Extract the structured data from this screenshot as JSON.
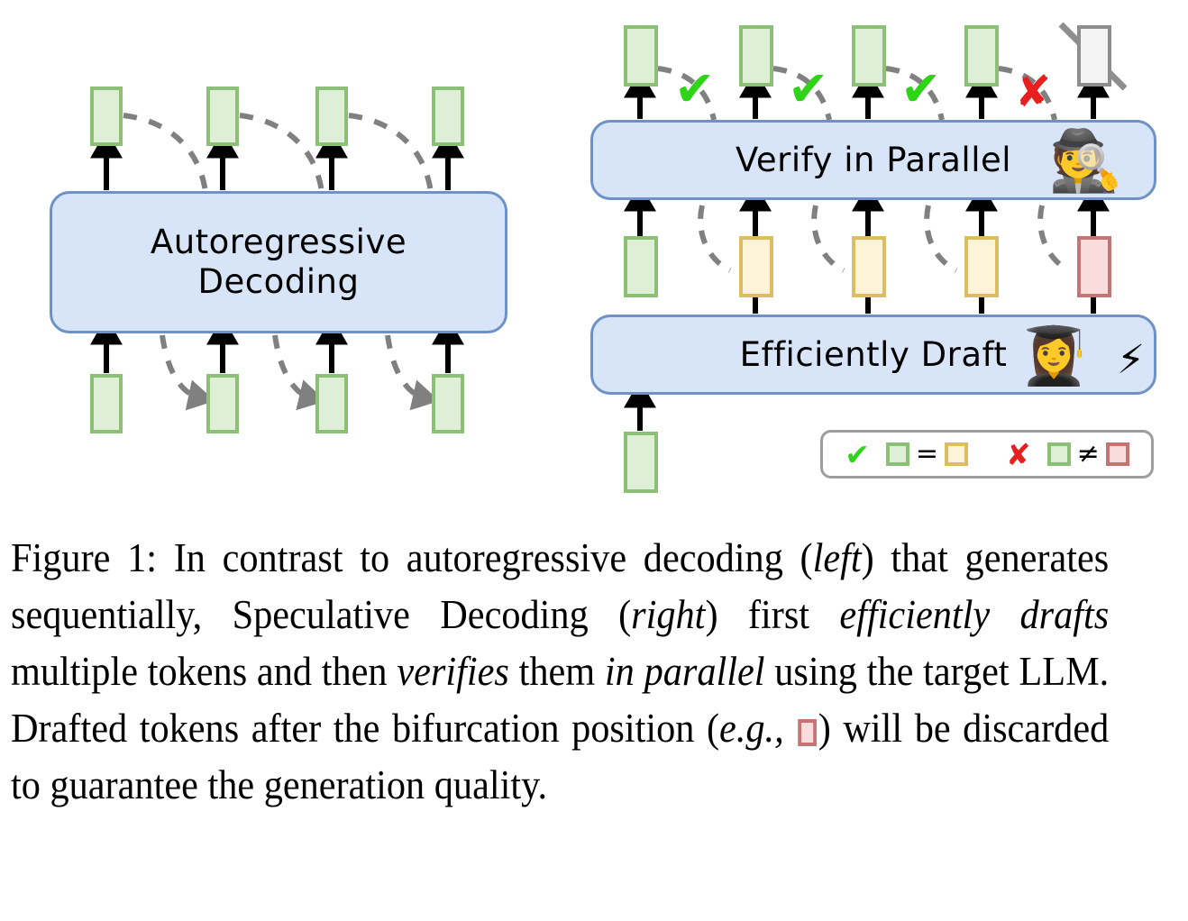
{
  "figure": {
    "left_panel": {
      "module_label": "Autoregressive\nDecoding",
      "output_tokens": [
        {
          "name": "out-token-1",
          "color": "green"
        },
        {
          "name": "out-token-2",
          "color": "green"
        },
        {
          "name": "out-token-3",
          "color": "green"
        },
        {
          "name": "out-token-4",
          "color": "green"
        }
      ],
      "input_tokens": [
        {
          "name": "in-token-1",
          "color": "green"
        },
        {
          "name": "in-token-2",
          "color": "green"
        },
        {
          "name": "in-token-3",
          "color": "green"
        },
        {
          "name": "in-token-4",
          "color": "green"
        }
      ]
    },
    "right_panel": {
      "verify_label": "Verify in Parallel",
      "verify_emoji": "detective-emoji",
      "draft_label": "Efficiently Draft",
      "draft_emoji": "student-reading-emoji",
      "speed_emoji": "lightning-bolt-emoji",
      "verified_tokens": [
        {
          "name": "verified-token-1",
          "color": "green",
          "mark": "check"
        },
        {
          "name": "verified-token-2",
          "color": "green",
          "mark": "check"
        },
        {
          "name": "verified-token-3",
          "color": "green",
          "mark": "check"
        },
        {
          "name": "verified-token-4",
          "color": "green",
          "mark": "cross"
        },
        {
          "name": "discarded-token-5",
          "color": "grey",
          "mark": "none"
        }
      ],
      "draft_tokens": [
        {
          "name": "draft-token-1",
          "color": "green"
        },
        {
          "name": "draft-token-2",
          "color": "yellow"
        },
        {
          "name": "draft-token-3",
          "color": "yellow"
        },
        {
          "name": "draft-token-4",
          "color": "yellow"
        },
        {
          "name": "draft-token-5",
          "color": "red"
        }
      ],
      "prompt_token": {
        "name": "prompt-token",
        "color": "green"
      }
    },
    "legend": {
      "accept_mark": "✔",
      "accept_relation": "=",
      "reject_mark": "✘",
      "reject_relation": "≠"
    }
  },
  "caption": {
    "label": "Figure 1:",
    "text_1": " In contrast to autoregressive decoding (",
    "em_1": "left",
    "text_2": ") that generates sequentially, Speculative Decoding (",
    "em_2": "right",
    "text_3": ") first ",
    "em_3": "efficiently drafts",
    "text_4": " multiple tokens and then ",
    "em_4": "verifies",
    "text_5": " them ",
    "em_5": "in parallel",
    "text_6": " using the target LLM. Drafted tokens after the bifurcation position (",
    "em_6": "e.g.,",
    "text_7": " ",
    "text_8": ") will be discarded to guarantee the generation quality."
  },
  "colors": {
    "green_fill": "#dfeed6",
    "green_border": "#8cc077",
    "yellow_fill": "#fdf3d8",
    "yellow_border": "#ddbd62",
    "red_fill": "#f9dddd",
    "red_border": "#c57373",
    "grey_fill": "#f3f3f3",
    "grey_border": "#8e8e8e",
    "module_fill": "#d8e5f8",
    "module_border": "#6e92c7",
    "check": "#2fd317",
    "cross": "#e81f1f",
    "dashed": "#808080"
  }
}
